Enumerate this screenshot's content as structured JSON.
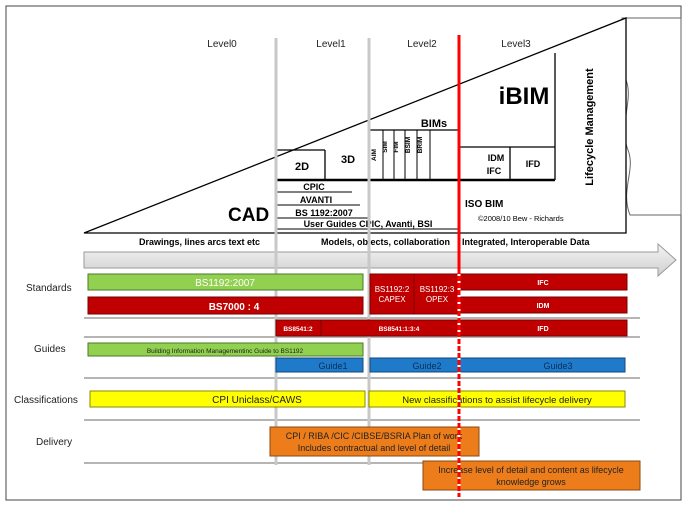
{
  "levels": [
    "Level0",
    "Level1",
    "Level2",
    "Level3"
  ],
  "wedge": {
    "cad": "CAD",
    "d2": "2D",
    "d3": "3D",
    "bims": "BIMs",
    "ibim": "iBIM",
    "vertical_models": [
      "AIM",
      "SIM",
      "FIM",
      "BSIM",
      "BRIM"
    ],
    "idm": "IDM",
    "ifc": "IFC",
    "ifd": "IFD",
    "cpic": "CPIC",
    "avanti": "AVANTI",
    "bs1192": "BS 1192:2007",
    "user_guides": "User Guides CPIC, Avanti, BSI",
    "iso_bim": "ISO BIM",
    "copyright": "©2008/10 Bew -   Richards",
    "lifecycle": "Lifecycle Management"
  },
  "arrow": {
    "drawings": "Drawings,   lines arcs text etc",
    "models": "Models, objects,   collaboration",
    "integrated": "Integrated, Interoperable Data"
  },
  "rows": {
    "standards": "Standards",
    "guides": "Guides",
    "classifications": "Classifications",
    "delivery": "Delivery"
  },
  "bars": {
    "bs1192_2007": "BS1192:2007",
    "bs7000": "BS7000 : 4",
    "bs1192_2_a": "BS1192:2",
    "bs1192_2_b": "CAPEX",
    "bs1192_3_a": "BS1192:3",
    "bs1192_3_b": "OPEX",
    "ifc": "IFC",
    "idm": "IDM",
    "ifd": "IFD",
    "bs8541_2": "BS8541:2",
    "bs8541_134": "BS8541:1:3:4",
    "guide_building": "Building Information Managementinc Guide to BS1192",
    "guide1": "Guide1",
    "guide2": "Guide2",
    "guide3": "Guide3",
    "cpi_uniclass": "CPI Uniclass/CAWS",
    "new_classifications": "New classifications to assist lifecycle delivery",
    "plan_of_work_1": "CPI / RIBA /CIC /CIBSE/BSRIA Plan of work",
    "plan_of_work_2": "Includes contractual and level of detail",
    "increase_1": "Increase level of detail and content as lifecycle",
    "increase_2": "knowledge grows"
  },
  "colors": {
    "green": "#92d050",
    "dark_red": "#c00000",
    "blue": "#1f7ac9",
    "yellow": "#ffff00",
    "orange": "#ed7d1b",
    "level_line": "#c8c8c8",
    "level3_line": "#ff0000"
  }
}
